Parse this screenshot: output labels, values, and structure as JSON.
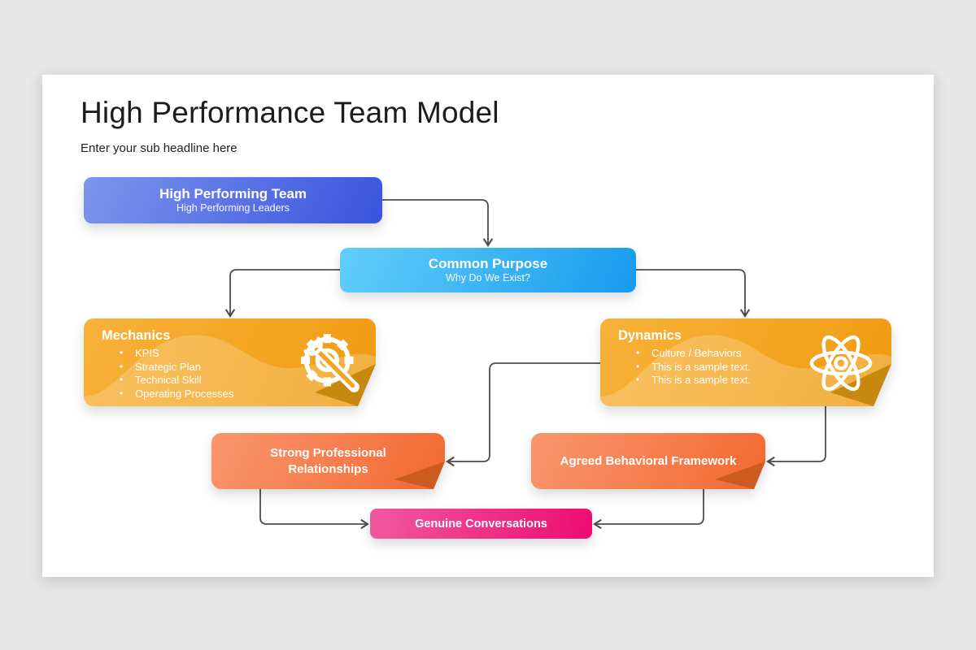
{
  "slide": {
    "title": "High Performance Team Model",
    "subtitle": "Enter your sub headline here"
  },
  "nodes": {
    "high_performing_team": {
      "title": "High Performing Team",
      "subtitle": "High Performing Leaders"
    },
    "common_purpose": {
      "title": "Common Purpose",
      "subtitle": "Why Do We Exist?"
    },
    "mechanics": {
      "title": "Mechanics",
      "icon": "gear-wrench-icon",
      "bullets": [
        "KPIS",
        "Strategic Plan",
        "Technical Skill",
        "Operating Processes"
      ]
    },
    "dynamics": {
      "title": "Dynamics",
      "icon": "atom-icon",
      "bullets": [
        "Culture / Behaviors",
        "This is a sample text.",
        "This is a sample text."
      ]
    },
    "strong_professional_relationships": {
      "title": "Strong Professional Relationships"
    },
    "agreed_behavioral_framework": {
      "title": "Agreed Behavioral Framework"
    },
    "genuine_conversations": {
      "title": "Genuine Conversations"
    }
  },
  "palette": {
    "blue-from": "#7c95ec",
    "blue-to": "#3a53de",
    "cyan-from": "#62cefa",
    "cyan-to": "#169bee",
    "orange-from": "#f7b23a",
    "orange-to": "#f09b10",
    "orange-fold": "#c8880d",
    "orange-mid": "#f3a624",
    "coral-from": "#f9966e",
    "coral-to": "#f36830",
    "coral-fold": "#cc5b22",
    "pink-from": "#f0599f",
    "pink-to": "#ee0c72",
    "line-color": "#4d4d4d",
    "title-color": "#1c1c1c",
    "slide-bg": "#ffffff",
    "canvas-bg": "#e8e7e7"
  }
}
